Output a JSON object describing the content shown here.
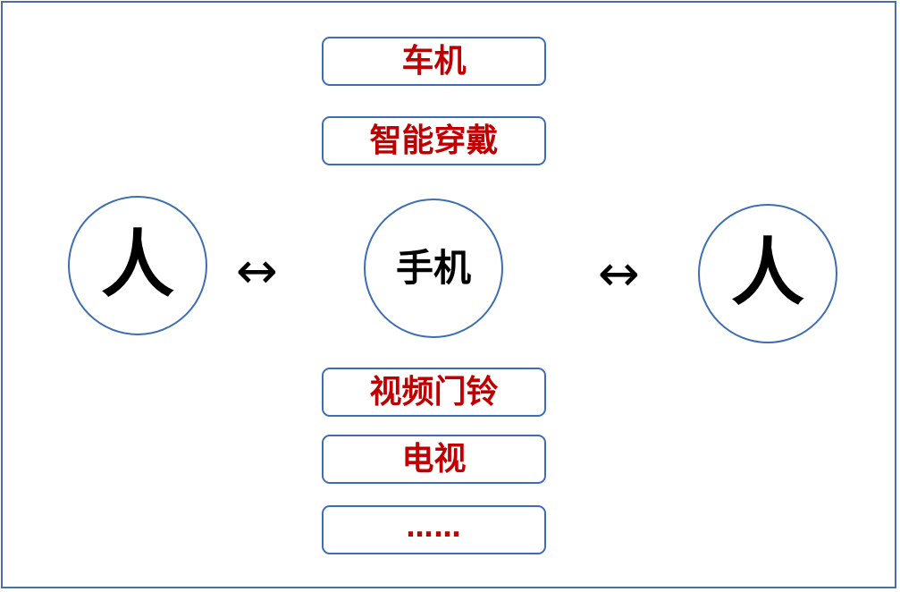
{
  "diagram": {
    "left_node": "人",
    "center_node": "手机",
    "right_node": "人",
    "arrow_left": "↔",
    "arrow_right": "↔",
    "devices_top": [
      "车机",
      "智能穿戴"
    ],
    "devices_bottom": [
      "视频门铃",
      "电视",
      "……"
    ]
  },
  "colors": {
    "border": "#3d6eb4",
    "device_text": "#c00000",
    "node_text": "#000000"
  }
}
